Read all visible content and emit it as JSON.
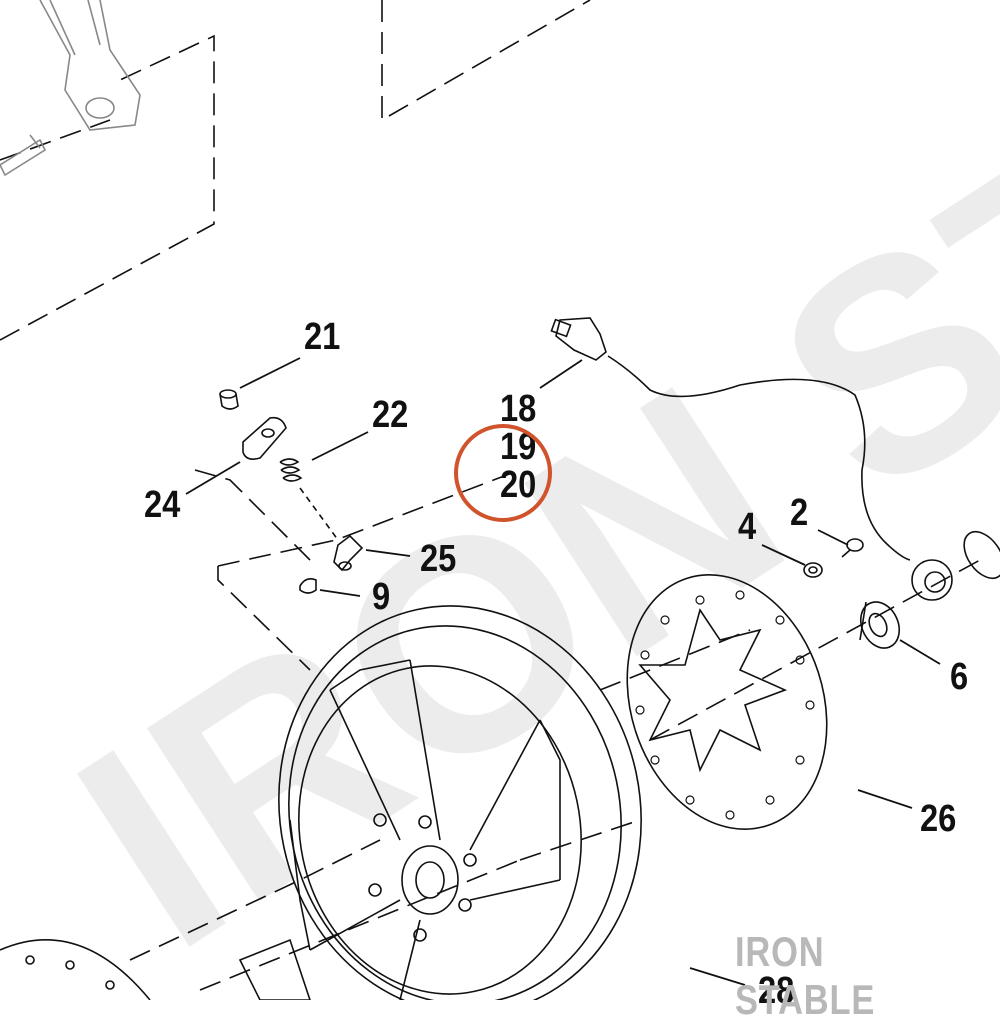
{
  "diagram": {
    "callouts": {
      "c21": "21",
      "c22": "22",
      "c24": "24",
      "c18": "18",
      "c19": "19",
      "c20": "20",
      "c25": "25",
      "c9": "9",
      "c4": "4",
      "c2": "2",
      "c6": "6",
      "c26": "26",
      "c28": "28"
    },
    "watermark_text": "IRON STABLE",
    "brand_label": "IRON STABLE"
  },
  "colors": {
    "highlight_ring": "#d0532b",
    "line": "#111111",
    "watermark": "#ececec",
    "brand": "#b8b8b8"
  }
}
